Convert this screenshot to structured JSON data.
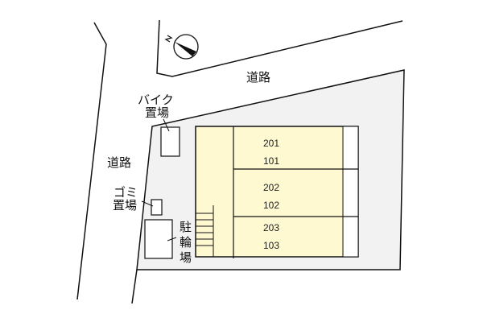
{
  "compass": {
    "icon": "north-arrow-icon",
    "label": "N"
  },
  "roads": {
    "north_label": "道路",
    "west_label": "道路"
  },
  "facilities": {
    "bike_parking": "バイク置場",
    "bike_parking_line1": "バイク",
    "bike_parking_line2": "置場",
    "garbage": "ゴミ置場",
    "garbage_line1": "ゴミ",
    "garbage_line2": "置場",
    "bicycle_parking": "駐輪場"
  },
  "building": {
    "units": [
      {
        "upper": "201",
        "lower": "101"
      },
      {
        "upper": "202",
        "lower": "102"
      },
      {
        "upper": "203",
        "lower": "103"
      }
    ]
  },
  "colors": {
    "lot_fill": "#f2f2f2",
    "building_fill": "#fff9d2",
    "line": "#111111"
  }
}
